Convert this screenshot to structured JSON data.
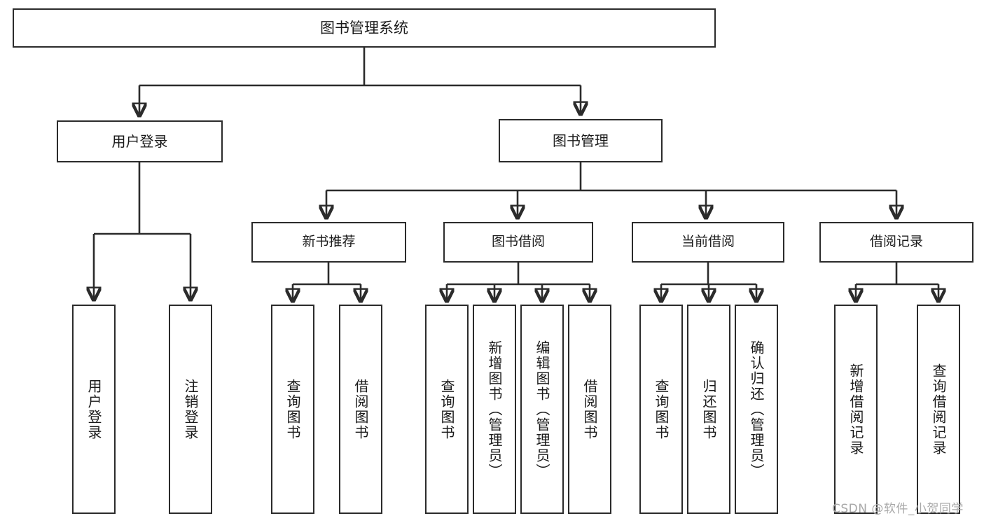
{
  "diagram": {
    "title": "图书管理系统",
    "watermark": "CSDN @软件_小贺同学",
    "type": "tree",
    "root": "图书管理系统",
    "level1": [
      {
        "label": "用户登录"
      },
      {
        "label": "图书管理"
      }
    ],
    "level2": [
      {
        "label": "新书推荐"
      },
      {
        "label": "图书借阅"
      },
      {
        "label": "当前借阅"
      },
      {
        "label": "借阅记录"
      }
    ],
    "leaves": {
      "user_login": [
        {
          "label": "用户登录"
        },
        {
          "label": "注销登录"
        }
      ],
      "new_book_recommend": [
        {
          "label": "查询图书"
        },
        {
          "label": "借阅图书"
        }
      ],
      "book_borrow": [
        {
          "label": "查询图书"
        },
        {
          "label": "新增图书（管理员）"
        },
        {
          "label": "编辑图书（管理员）"
        },
        {
          "label": "借阅图书"
        }
      ],
      "current_borrow": [
        {
          "label": "查询图书"
        },
        {
          "label": "归还图书"
        },
        {
          "label": "确认归还（管理员）"
        }
      ],
      "borrow_record": [
        {
          "label": "新增借阅记录"
        },
        {
          "label": "查询借阅记录"
        }
      ]
    },
    "colors": {
      "stroke": "#2b2b2b",
      "fill": "#ffffff",
      "watermark": "#a8a8a8"
    }
  }
}
